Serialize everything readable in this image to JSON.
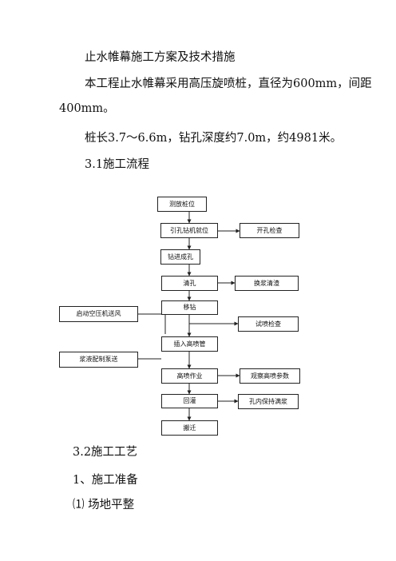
{
  "heading": "止水帷幕施工方案及技术措施",
  "para1_line1": "本工程止水帷幕采用高压旋喷桩，直径为600mm，间距",
  "para1_line2": "400mm。",
  "para2": "桩长3.7～6.6m，钻孔深度约7.0m，约4981米。",
  "section_31": "3.1施工流程",
  "flow": {
    "main": [
      "测放桩位",
      "引孔钻机就位",
      "钻进成孔",
      "清孔",
      "移钻",
      "插入高喷管",
      "高喷作业",
      "回灌",
      "搬迁"
    ],
    "right": [
      "开孔检查",
      "换浆清渣",
      "试喷检查",
      "观察高喷参数",
      "孔内保持满浆"
    ],
    "left": [
      "启动空压机送风",
      "浆液配制泵送"
    ]
  },
  "section_32": "3.2施工工艺",
  "item1": "1、施工准备",
  "item1_1": "⑴ 场地平整"
}
